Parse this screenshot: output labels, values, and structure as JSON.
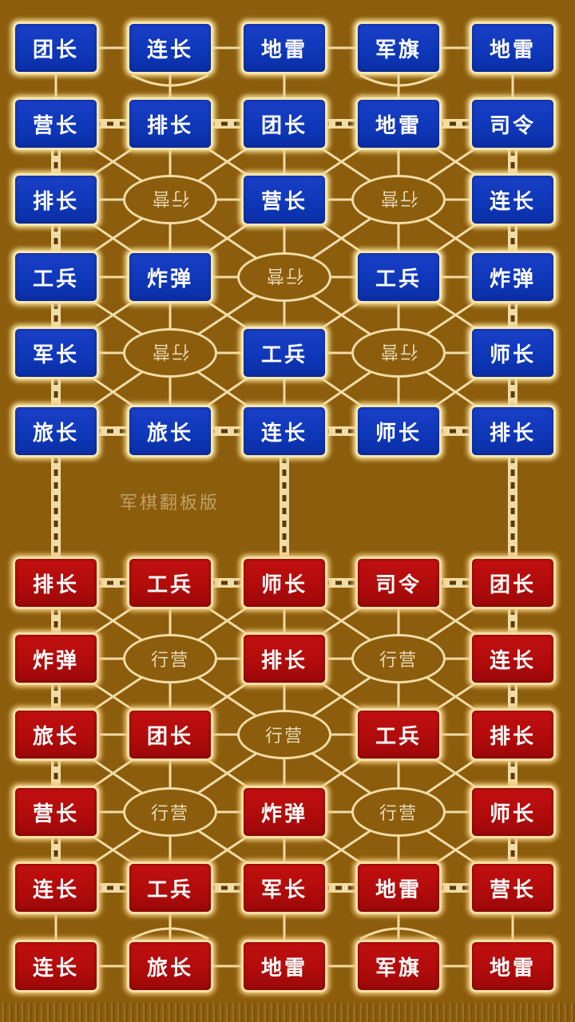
{
  "game": {
    "name_watermark": "军棋翻板版",
    "colors": {
      "board": "#8b5d0d",
      "blue_piece": "#0e37b8",
      "red_piece": "#b00b0b",
      "line": "#f2dca6",
      "camp_text": "#e9d9b4"
    },
    "columns_x": [
      70,
      213,
      356,
      499,
      642
    ],
    "blue_rows_y": [
      60,
      155,
      250,
      347,
      442,
      540
    ],
    "red_rows_y": [
      730,
      825,
      920,
      1017,
      1112,
      1210
    ]
  },
  "blue_side": {
    "rows": [
      [
        "团长",
        "连长",
        "地雷",
        "军旗",
        "地雷"
      ],
      [
        "营长",
        "排长",
        "团长",
        "地雷",
        "司令"
      ],
      [
        "排长",
        "行营",
        "营长",
        "行营",
        "连长"
      ],
      [
        "工兵",
        "炸弹",
        "行营",
        "工兵",
        "炸弹"
      ],
      [
        "军长",
        "行营",
        "工兵",
        "行营",
        "师长"
      ],
      [
        "旅长",
        "旅长",
        "连长",
        "师长",
        "排长"
      ]
    ]
  },
  "red_side": {
    "rows": [
      [
        "排长",
        "工兵",
        "师长",
        "司令",
        "团长"
      ],
      [
        "炸弹",
        "行营",
        "排长",
        "行营",
        "连长"
      ],
      [
        "旅长",
        "团长",
        "行营",
        "工兵",
        "排长"
      ],
      [
        "营长",
        "行营",
        "炸弹",
        "行营",
        "师长"
      ],
      [
        "连长",
        "工兵",
        "军长",
        "地雷",
        "营长"
      ],
      [
        "连长",
        "旅长",
        "地雷",
        "军旗",
        "地雷"
      ]
    ]
  },
  "camp_label": "行营"
}
